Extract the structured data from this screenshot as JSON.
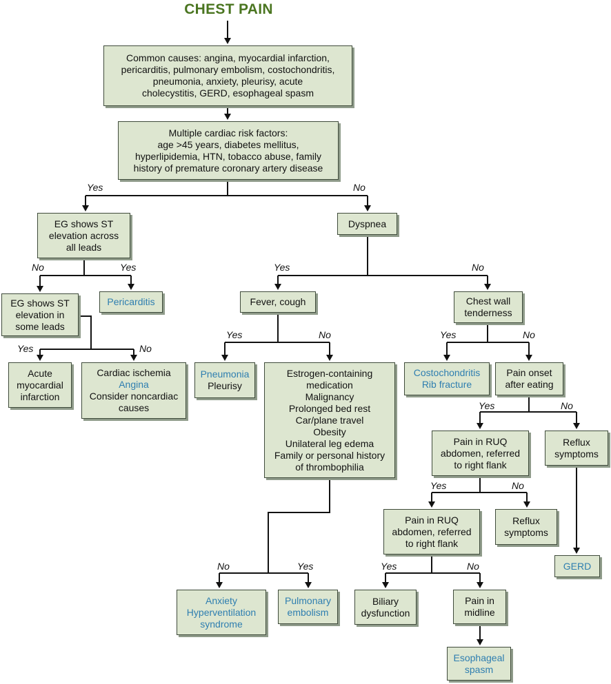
{
  "title": "CHEST PAIN",
  "colors": {
    "title": "#4a7520",
    "box_fill": "#dde6d0",
    "box_border": "#3e4a3a",
    "box_shadow": "#8f9b8a",
    "terminal_text": "#2e7eb0",
    "line": "#111111"
  },
  "nodes": {
    "causes": [
      "Common causes: angina, myocardial infarction,",
      "pericarditis, pulmonary embolism, costochondritis,",
      "pneumonia, anxiety, pleurisy, acute",
      "cholecystitis, GERD, esophageal spasm"
    ],
    "risk": [
      "Multiple cardiac risk factors:",
      "age >45 years, diabetes mellitus,",
      "hyperlipidemia, HTN, tobacco abuse, family",
      "history of premature coronary artery disease"
    ],
    "eg_all": [
      "EG shows ST",
      "elevation across",
      "all leads"
    ],
    "dyspnea": [
      "Dyspnea"
    ],
    "eg_some": [
      "EG shows ST",
      "elevation in",
      "some leads"
    ],
    "pericarditis": [
      "Pericarditis"
    ],
    "fever": [
      "Fever, cough"
    ],
    "chest_wall": [
      "Chest wall",
      "tenderness"
    ],
    "acute_mi": [
      "Acute",
      "myocardial",
      "infarction"
    ],
    "ischemia": [
      "Cardiac ischemia",
      "Angina",
      "Consider noncardiac",
      "causes"
    ],
    "pneumonia": [
      "Pneumonia",
      "Pleurisy"
    ],
    "estrogen": [
      "Estrogen-containing",
      "medication",
      "Malignancy",
      "Prolonged bed rest",
      "Car/plane travel",
      "Obesity",
      "Unilateral leg edema",
      "Family or personal history",
      "of thrombophilia"
    ],
    "costo": [
      "Costochondritis",
      "Rib fracture"
    ],
    "pain_eating": [
      "Pain onset",
      "after eating"
    ],
    "ruq1": [
      "Pain in RUQ",
      "abdomen, referred",
      "to right flank"
    ],
    "reflux1": [
      "Reflux",
      "symptoms"
    ],
    "ruq2": [
      "Pain in RUQ",
      "abdomen, referred",
      "to right flank"
    ],
    "reflux2": [
      "Reflux",
      "symptoms"
    ],
    "gerd": [
      "GERD"
    ],
    "anxiety": [
      "Anxiety",
      "Hyperventilation",
      "syndrome"
    ],
    "pe": [
      "Pulmonary",
      "embolism"
    ],
    "biliary": [
      "Biliary",
      "dysfunction"
    ],
    "midline": [
      "Pain in",
      "midline"
    ],
    "esophageal": [
      "Esophageal",
      "spasm"
    ]
  },
  "labels": {
    "yes": "Yes",
    "no": "No"
  }
}
